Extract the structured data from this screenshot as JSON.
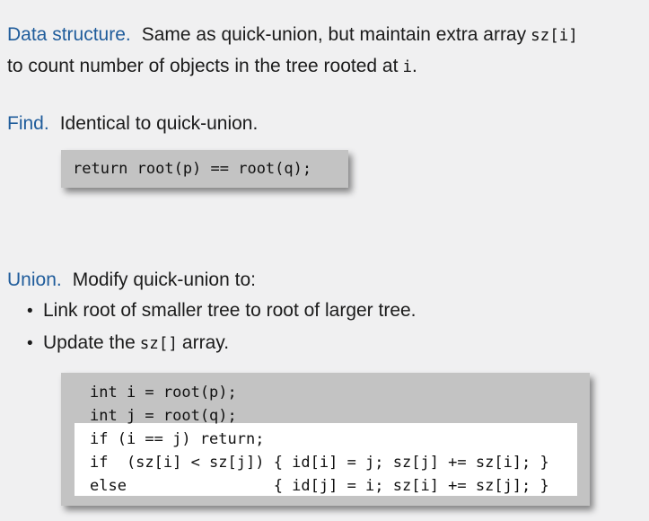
{
  "colors": {
    "background": "#f0f0f1",
    "accent_blue": "#1f5c9b",
    "body_text": "#1b1b1b",
    "code_box_gray": "#c3c3c3",
    "highlight_white": "#ffffff"
  },
  "data_structure_section": {
    "label": "Data structure.",
    "line1_text": "Same as quick-union, but maintain extra array",
    "line1_code": "sz[i]",
    "line2_text": "to count number of objects in the tree rooted at",
    "line2_code": "i",
    "line2_period": "."
  },
  "find_section": {
    "label": "Find.",
    "text": "Identical to quick-union.",
    "code": "return root(p) == root(q);"
  },
  "union_section": {
    "label": "Union.",
    "text": "Modify quick-union to:",
    "bullet_dot": "•",
    "bullet1": "Link root of smaller tree to root of larger tree.",
    "bullet2_before": "Update the",
    "bullet2_code": "sz[]",
    "bullet2_after": "array.",
    "code_lines": [
      "int i = root(p);",
      "int j = root(q);",
      "if (i == j) return;",
      "if  (sz[i] < sz[j]) { id[i] = j; sz[j] += sz[i]; }",
      "else                { id[j] = i; sz[i] += sz[j]; }"
    ]
  }
}
